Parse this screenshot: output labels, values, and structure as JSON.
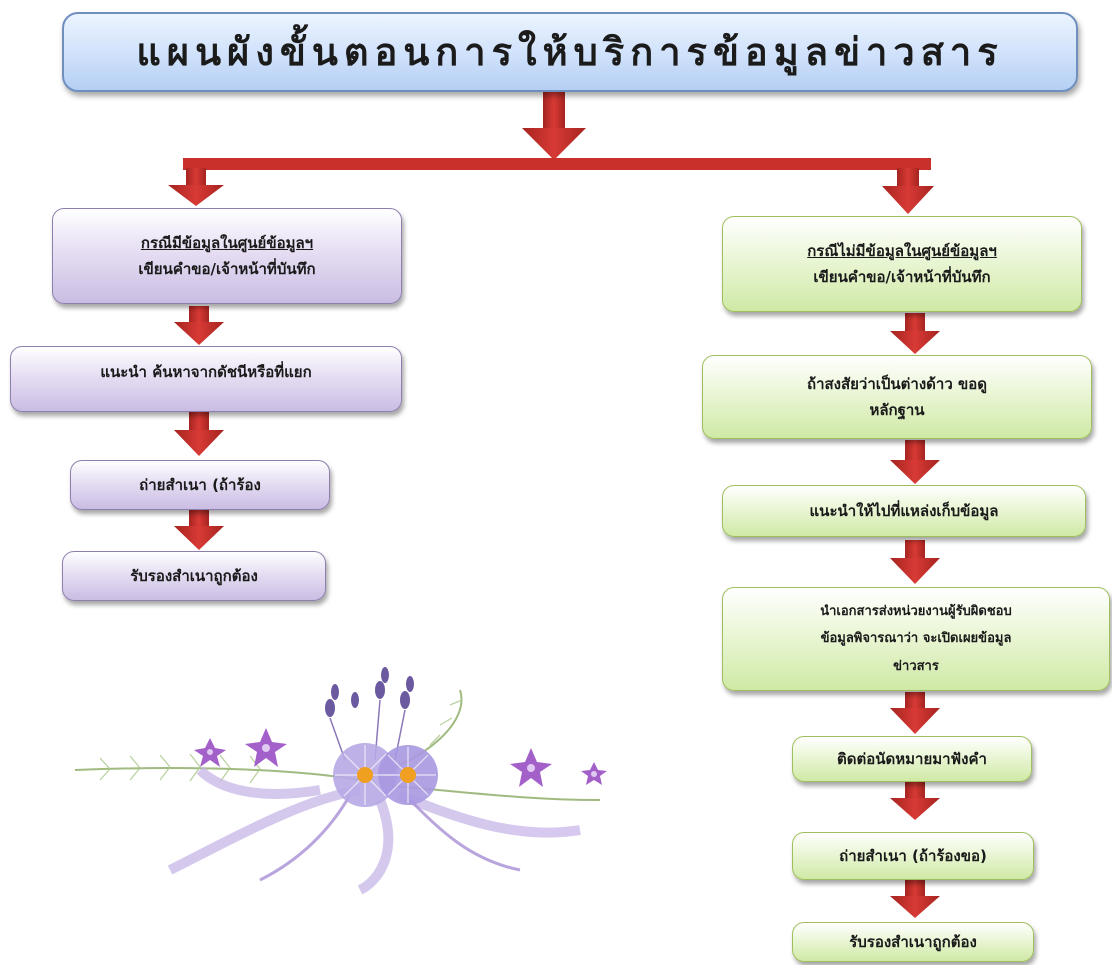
{
  "title": "แผนผังขั้นตอนการให้บริการข้อมูลข่าวสาร",
  "left_branch": {
    "case_heading": "กรณีมีข้อมูลในศูนย์ข้อมูลฯ",
    "case_text": "เขียนคำขอ/เจ้าหน้าที่บันทึก",
    "step2": "แนะนำ ค้นหาจากดัชนีหรือที่แยก",
    "step3": "ถ่ายสำเนา (ถ้าร้อง",
    "step4": "รับรองสำเนาถูกต้อง"
  },
  "right_branch": {
    "case_heading": "กรณีไม่มีข้อมูลในศูนย์ข้อมูลฯ",
    "case_text": "เขียนคำขอ/เจ้าหน้าที่บันทึก",
    "step2_line1": "ถ้าสงสัยว่าเป็นต่างด้าว ขอดู",
    "step2_line2": "หลักฐาน",
    "step3": "แนะนำให้ไปที่แหล่งเก็บข้อมูล",
    "step4_line1": "นำเอกสารส่งหน่วยงานผู้รับผิดชอบ",
    "step4_line2": "ข้อมูลพิจารณาว่า จะเปิดเผยข้อมูล",
    "step4_line3": "ข่าวสาร",
    "step5": "ติดต่อนัดหมายมาฟังคำ",
    "step6": "ถ่ายสำเนา (ถ้าร้องขอ)",
    "step7": "รับรองสำเนาถูกต้อง"
  },
  "colors": {
    "arrow": "#c8302c",
    "title_fill": "#cfe1fb",
    "left_fill": "#d9cfee",
    "right_fill": "#e2f3c4"
  },
  "decoration": "purple-flower-bouquet"
}
